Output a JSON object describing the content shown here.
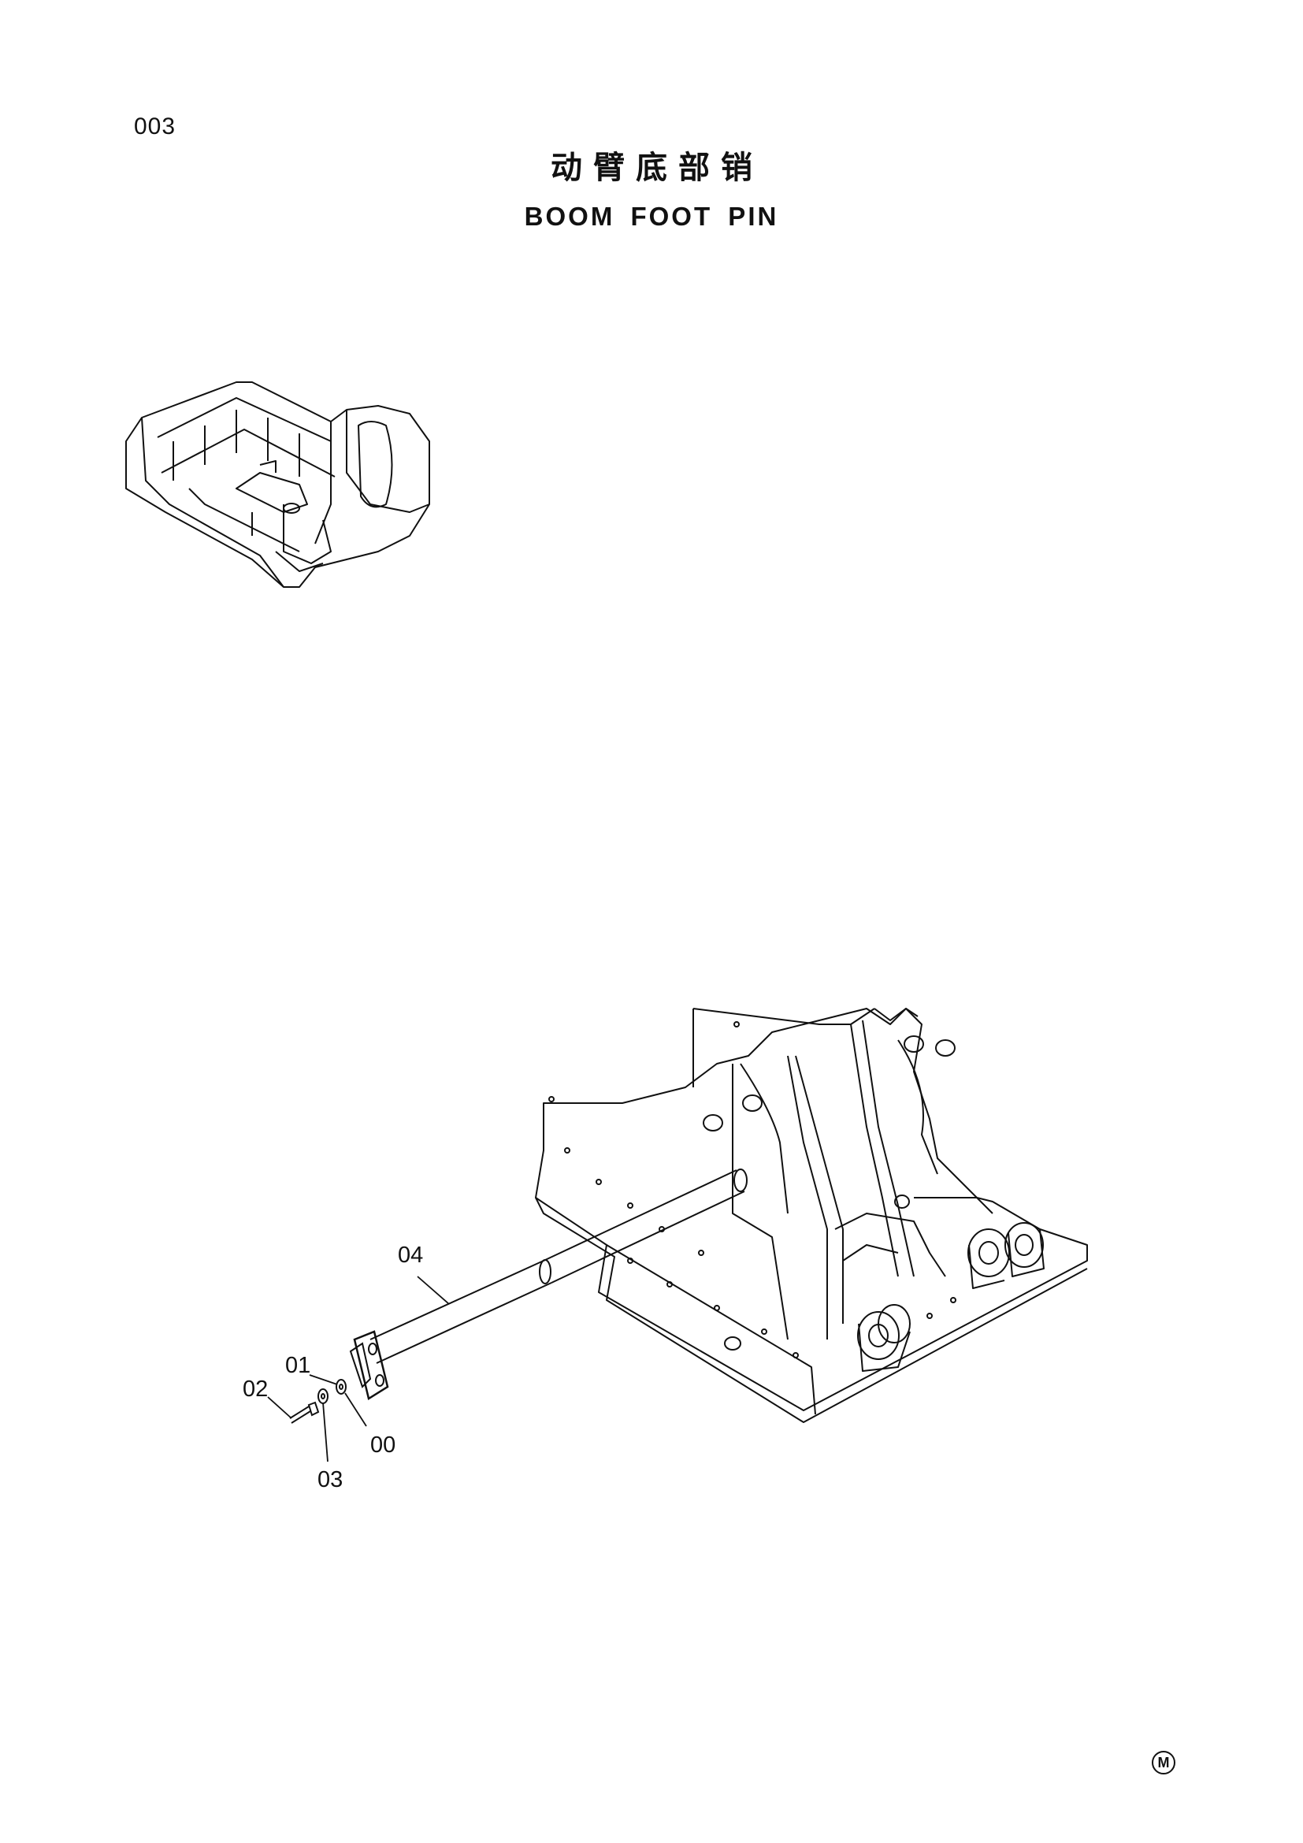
{
  "page": {
    "number": "003",
    "title_cn": "动臂底部销",
    "title_en": "BOOM FOOT PIN",
    "mark": "M"
  },
  "callouts": {
    "c04": "04",
    "c01": "01",
    "c02": "02",
    "c00": "00",
    "c03": "03"
  },
  "colors": {
    "line": "#111111",
    "background": "#ffffff"
  }
}
